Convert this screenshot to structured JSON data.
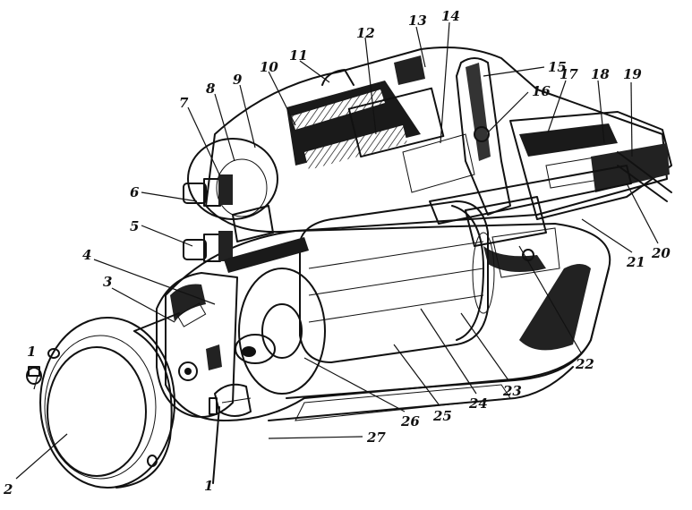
{
  "labels": {
    "l1": "1",
    "l2": "2",
    "l3": "3",
    "l4": "4",
    "l5": "5",
    "l6": "6",
    "l7": "7",
    "l8": "8",
    "l9": "9",
    "l10": "10",
    "l11": "11",
    "l12": "12",
    "l13": "13",
    "l14": "14",
    "l15": "15",
    "l16": "16",
    "l17": "17",
    "l18": "18",
    "l19": "19",
    "l20": "20",
    "l21": "21",
    "l22": "22",
    "l23": "23",
    "l24": "24",
    "l25": "25",
    "l26": "26",
    "l27": "27"
  }
}
